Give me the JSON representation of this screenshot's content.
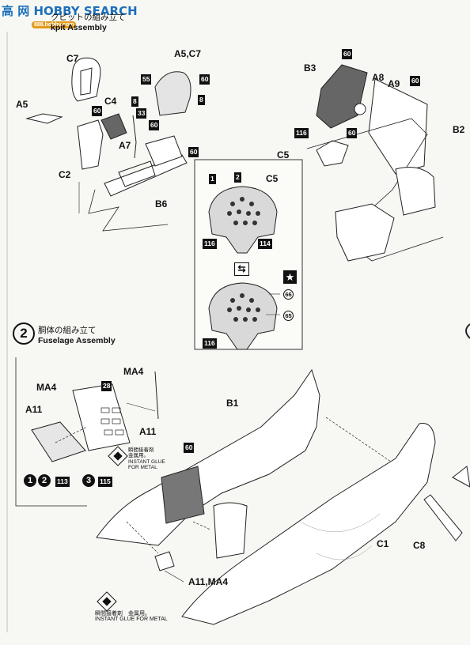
{
  "watermark": {
    "text": "高 网 HOBBY SEARCH",
    "sub": "888.hobby.com"
  },
  "step1": {
    "title_jp": "クピットの組み立て",
    "title_en": "kpit Assembly"
  },
  "step2": {
    "number": "2",
    "title_jp": "胴体の組み立て",
    "title_en": "Fuselage Assembly"
  },
  "parts": {
    "c7": "C7",
    "a5c7": "A5,C7",
    "a5": "A5",
    "c4": "C4",
    "a7": "A7",
    "c2": "C2",
    "b6": "B6",
    "b3": "B3",
    "a8": "A8",
    "a9": "A9",
    "b2": "B2",
    "c5_top": "C5",
    "c5_inset": "C5",
    "ma4_top": "MA4",
    "ma4_left": "MA4",
    "a11_left": "A11",
    "a11_right": "A11",
    "b1": "B1",
    "c1": "C1",
    "c8": "C8",
    "a11ma4": "A11,MA4"
  },
  "badges": {
    "b60_a": "60",
    "b55": "55",
    "b60_b": "60",
    "b8_a": "8",
    "b8_b": "8",
    "b33": "33",
    "b60_c": "60",
    "b60_d": "60",
    "b60_e": "60",
    "b60_f": "60",
    "b60_g": "60",
    "b116_a": "116",
    "b1": "1",
    "b2": "2",
    "b116_b": "116",
    "b114": "114",
    "b116_c": "116",
    "b28": "28",
    "b113": "113",
    "b115": "115",
    "b60_h": "60"
  },
  "callouts": {
    "c66": "66",
    "c65": "65"
  },
  "options": {
    "o1": "1",
    "o2": "2",
    "o3": "3"
  },
  "glue_inline": {
    "jp": "瞬間接着剤",
    "jp2": "金属用。",
    "en1": "INSTANT GLUE",
    "en2": "FOR METAL"
  },
  "glue_bottom": {
    "jp": "瞬間接着剤　金属用。",
    "en": "INSTANT GLUE FOR METAL"
  },
  "symbols": {
    "arrow": "⇆",
    "star": "★"
  }
}
